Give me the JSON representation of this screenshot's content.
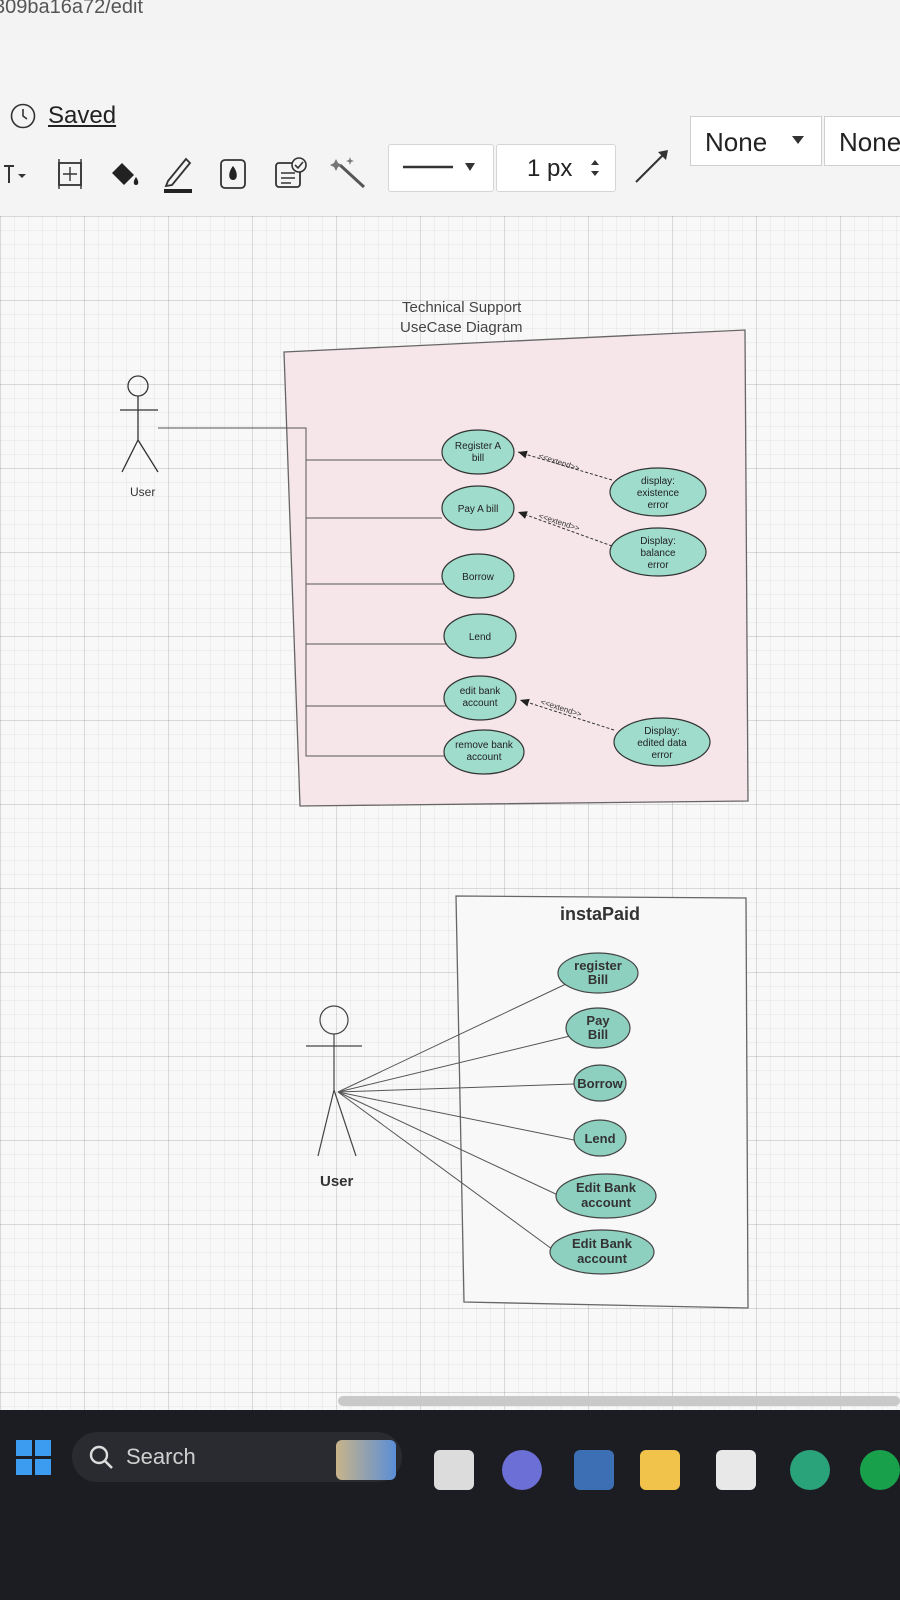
{
  "browser": {
    "url_fragment": "309ba16a72/edit"
  },
  "header": {
    "saved_label": "Saved"
  },
  "toolbar": {
    "line_width": "1 px",
    "start_arrow": "None",
    "end_arrow": "None"
  },
  "diagram1": {
    "title_line1": "Technical Support",
    "title_line2": "UseCase Diagram",
    "actor": "User",
    "use_cases": [
      {
        "line1": "Register A",
        "line2": "bill"
      },
      {
        "line1": "Pay A bill",
        "line2": ""
      },
      {
        "line1": "Borrow",
        "line2": ""
      },
      {
        "line1": "Lend",
        "line2": ""
      },
      {
        "line1": "edit bank",
        "line2": "account"
      },
      {
        "line1": "remove bank",
        "line2": "account"
      }
    ],
    "errors": [
      {
        "line1": "display:",
        "line2": "existence",
        "line3": "error"
      },
      {
        "line1": "Display:",
        "line2": "balance",
        "line3": "error"
      },
      {
        "line1": "Display:",
        "line2": "edited data",
        "line3": "error"
      }
    ],
    "extend_label": "<<extend>>"
  },
  "diagram2": {
    "title": "instaPaid",
    "actor": "User",
    "use_cases": [
      {
        "line1": "register",
        "line2": "Bill"
      },
      {
        "line1": "Pay",
        "line2": "Bill"
      },
      {
        "line1": "Borrow",
        "line2": ""
      },
      {
        "line1": "Lend",
        "line2": ""
      },
      {
        "line1": "Edit Bank",
        "line2": "account"
      },
      {
        "line1": "Edit Bank",
        "line2": "account"
      }
    ]
  },
  "taskbar": {
    "search_placeholder": "Search"
  },
  "colors": {
    "usecase_fill": "#9fdccb",
    "usecase_fill_2": "#8ed0bf",
    "boundary_fill": "#f6e6e9"
  }
}
